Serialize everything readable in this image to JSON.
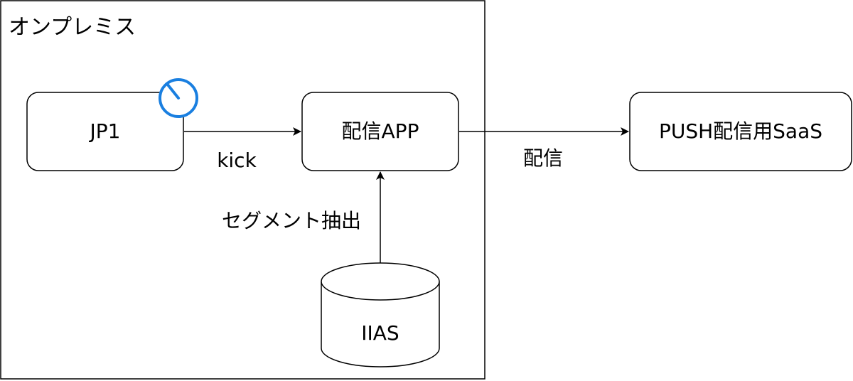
{
  "container": {
    "label": "オンプレミス"
  },
  "nodes": {
    "jp1": {
      "label": "JP1"
    },
    "app": {
      "label": "配信APP"
    },
    "saas": {
      "label": "PUSH配信用SaaS"
    },
    "db": {
      "label": "IIAS"
    }
  },
  "edges": {
    "kick": {
      "label": "kick"
    },
    "deliver": {
      "label": "配信"
    },
    "extract": {
      "label": "セグメント抽出"
    }
  },
  "icons": {
    "timer": "timer-icon"
  },
  "colors": {
    "stroke": "#000000",
    "accent": "#1a7fe0",
    "background": "#ffffff"
  }
}
